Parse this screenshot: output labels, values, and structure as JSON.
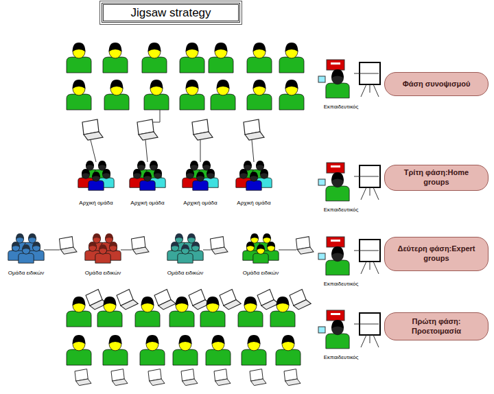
{
  "diagram": {
    "title": "Jigsaw strategy",
    "nodes": [
      {
        "text": [
          "Φάση συνοψισμού"
        ]
      },
      {
        "text": [
          "Τρίτη φάση:Home groups"
        ]
      },
      {
        "text": [
          "Δεύτερη φάση:Expert groups"
        ]
      },
      {
        "text": [
          "Πρώτη φάση: Προετοιμασία"
        ]
      }
    ],
    "edges": [],
    "labels": [
      "Εκπαιδευτικός",
      "Αρχική ομάδα",
      "Αρχική ομάδα",
      "Αρχική ομάδα",
      "Αρχική ομάδα",
      "Εκπαιδευτικός",
      "Ομάδα ειδικών",
      "Ομάδα ειδικών",
      "Ομάδα ειδικών",
      "Ομάδα ειδικών",
      "Εκπαιδευτικός",
      "Εκπαιδευτικός"
    ]
  }
}
